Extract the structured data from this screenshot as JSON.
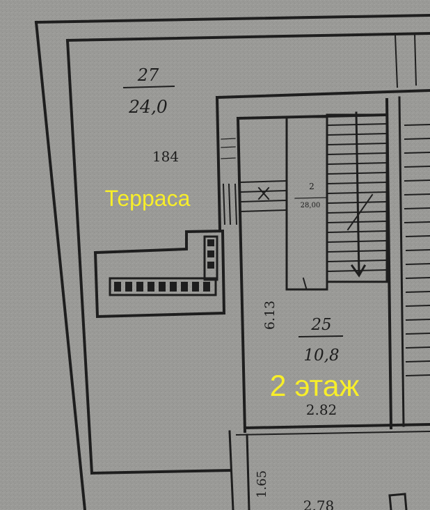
{
  "colors": {
    "paper": "#9a9a97",
    "ink": "#1e1e1e",
    "overlay_label": "#f7ee2a"
  },
  "rooms": [
    {
      "number": "27",
      "area": "24,0"
    },
    {
      "number": "2",
      "area": "28,00"
    },
    {
      "number": "25",
      "area": "10,8"
    }
  ],
  "dimensions": {
    "terrace_width": "184",
    "room25_length": "6.13",
    "room25_width": "2.82",
    "lower_left": "1.65",
    "lower_right": "2.78"
  },
  "overlay": {
    "terrace_label": "Терраса",
    "floor_label": "2 этаж"
  }
}
